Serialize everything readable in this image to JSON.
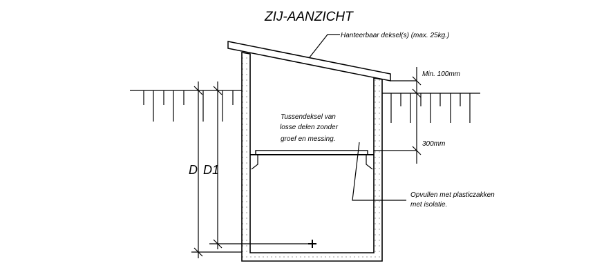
{
  "title": "ZIJ-AANZICHT",
  "labels": {
    "lid": "Hanteerbaar deksel(s) (max. 25kg.)",
    "min_clearance": "Min. 100mm",
    "inner_lid_1": "Tussendeksel van",
    "inner_lid_2": "losse delen zonder",
    "inner_lid_3": "groef en messing.",
    "inner_lid_offset": "300mm",
    "fill_1": "Opvullen met plasticzakken",
    "fill_2": "met isolatie.",
    "depth_d": "D",
    "depth_d1": "D1"
  }
}
